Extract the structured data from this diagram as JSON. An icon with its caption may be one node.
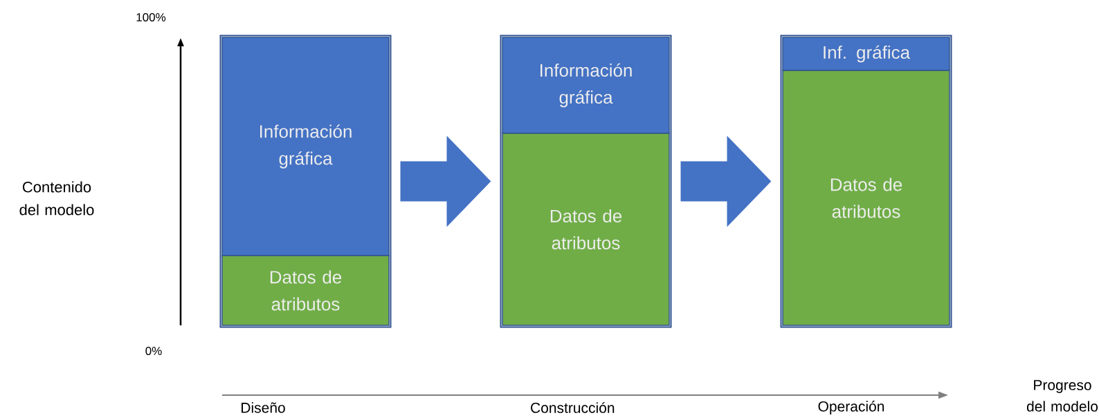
{
  "diagram": {
    "nodes": [
      {
        "text": [],
        "shape": "bar"
      },
      {
        "text": [
          "Información gráfica"
        ],
        "in": 0
      },
      {
        "text": [
          "Datos de atributos"
        ],
        "in": 0
      },
      {
        "text": [],
        "shape": "bar"
      },
      {
        "text": [
          "Información gráfica"
        ],
        "in": 3
      },
      {
        "text": [
          "Datos de atributos"
        ],
        "in": 3
      },
      {
        "text": [],
        "shape": "bar"
      },
      {
        "text": [
          "Inf. gráfica"
        ],
        "in": 6
      },
      {
        "text": [
          "Datos de atributos"
        ],
        "in": 6
      }
    ],
    "edges": [
      {
        "from": 0,
        "to": 3,
        "arrow": "to"
      },
      {
        "from": 3,
        "to": 6,
        "arrow": "to"
      }
    ],
    "labels": [
      "100%",
      "Contenido del modelo",
      "0%",
      "Progreso del modelo",
      "Diseño",
      "Construcción",
      "Operación"
    ]
  }
}
